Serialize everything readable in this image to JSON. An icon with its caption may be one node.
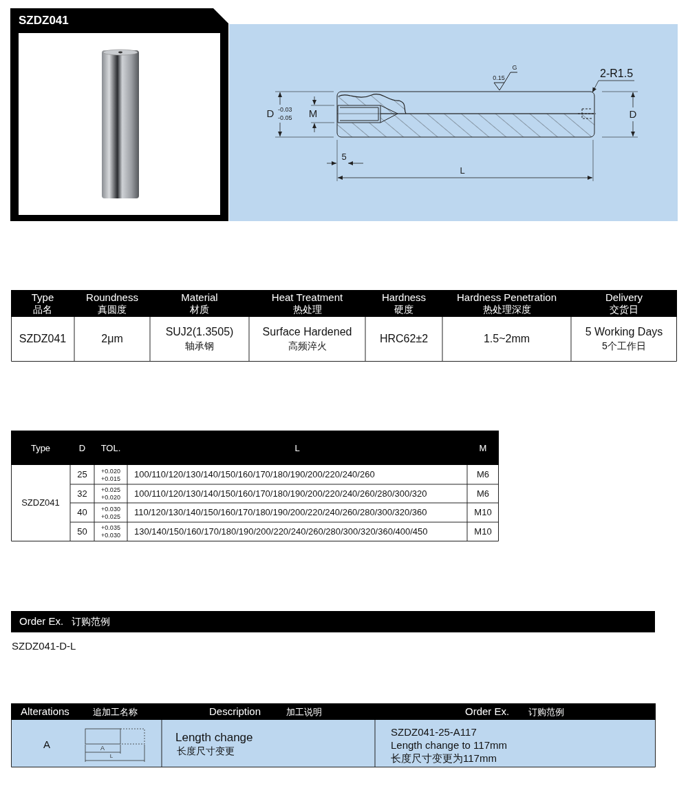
{
  "diagram": {
    "title": "SZDZ041",
    "nodes": [
      {
        "text": [
          "2-R1.5"
        ]
      },
      {
        "text": [],
        "shape": "picture"
      }
    ],
    "edges": [
      {
        "from": 0,
        "to": 1,
        "arrow": "to"
      }
    ],
    "labels": [
      "G",
      "0.15",
      "D",
      "-0.03",
      "-0.05",
      "M",
      "D",
      "5",
      "L",
      "Type",
      "品名",
      "Roundness",
      "真圆度",
      "Material",
      "材质",
      "Heat Treatment",
      "热处理",
      "Hardness",
      "硬度",
      "Hardness Penetration",
      "热处理深度",
      "Delivery",
      "交货日",
      "SZDZ041",
      "2μm",
      "SUJ2(1.3505)",
      "轴承钢",
      "Surface Hardened",
      "高频淬火",
      "HRC62±2",
      "1.5~2mm",
      "5 Working Days",
      "5个工作日",
      "Type",
      "D",
      "TOL.",
      "L",
      "M",
      "SZDZ041",
      "25",
      "+0.020",
      "+0.015",
      "100/110/120/130/140/150/160/170/180/190/200/220/240/260",
      "M6",
      "32",
      "+0.025",
      "+0.020",
      "100/110/120/130/140/150/160/170/180/190/200/220/240/260/280/300/320",
      "M6",
      "40",
      "+0.030",
      "+0.025",
      "110/120/130/140/150/160/170/180/190/200/220/240/260/280/300/320/360",
      "M10",
      "50",
      "+0.035",
      "+0.030",
      "130/140/150/160/170/180/190/200/220/240/260/280/300/320/360/400/450",
      "M10",
      "Order Ex.",
      "订购范例",
      "SZDZ041-D-L",
      "Alterations",
      "追加工名称",
      "Description",
      "加工说明",
      "Order Ex.",
      "订购范例",
      "A",
      "A",
      "L",
      "Length change",
      "长度尺寸变更",
      "SZDZ041-25-A117",
      "Length change to 117mm",
      "长度尺寸变更为117mm"
    ]
  }
}
